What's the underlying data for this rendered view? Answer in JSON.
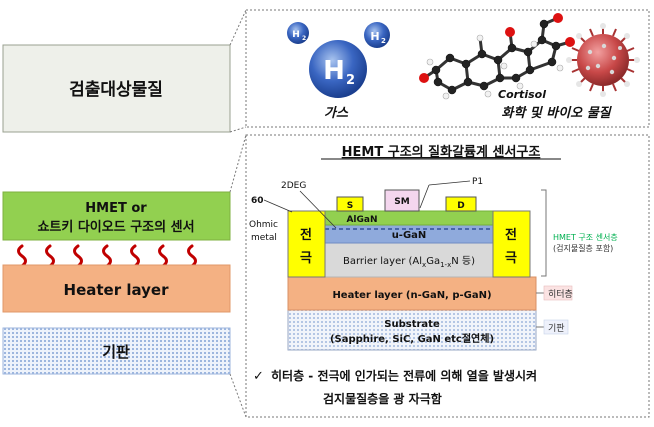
{
  "left_panel": {
    "target_box_label": "검출대상물질",
    "sensor_box_line1": "HMET or",
    "sensor_box_line2": "쇼트키 다이오드 구조의 센서",
    "heater_label": "Heater layer",
    "substrate_label": "기판"
  },
  "target_panel": {
    "h2_label": "H",
    "h2_subscript": "2",
    "cortisol_label": "Cortisol",
    "gas_caption": "가스",
    "bio_caption": "화학 및 바이오 물질"
  },
  "structure_panel": {
    "title": "HEMT 구조의 질화갈륨계 센서구조",
    "label_60": "60",
    "label_2deg": "2DEG",
    "label_p1": "P1",
    "label_ohmic": "Ohmic",
    "label_metal": "metal",
    "source_label": "S",
    "sm_label": "SM",
    "drain_label": "D",
    "algan_label": "AlGaN",
    "ugan_label": "u-GaN",
    "electrode_top": "전",
    "electrode_bottom": "극",
    "barrier_prefix": "Barrier layer (Al",
    "barrier_sub_x": "x",
    "barrier_mid": "Ga",
    "barrier_sub_1x": "1-x",
    "barrier_suffix": "N 등)",
    "heater_layer_label": "Heater layer (n-GaN, p-GaN)",
    "substrate_line1": "Substrate",
    "substrate_line2": "(Sapphire, SiC, GaN etc절연체)",
    "side_hemt_line1": "HMET 구조 센서층",
    "side_hemt_line2": "(검지물질층 포함)",
    "side_heater": "히터층",
    "side_substrate": "기판",
    "note_check": "✓",
    "note_line1": "히터층 - 전극에 인가되는 전류에 의해 열을 발생시켜",
    "note_line2": "검지물질층을 광 자극함"
  },
  "colors": {
    "target_box_bg": "#eef0ea",
    "sensor_green": "#92d050",
    "heater_orange": "#f4b183",
    "electrode_yellow": "#ffff00",
    "ugan_blue": "#8faadc",
    "barrier_gray": "#d9d9d9",
    "squiggle_red": "#c00000",
    "label_green": "#00b050"
  }
}
